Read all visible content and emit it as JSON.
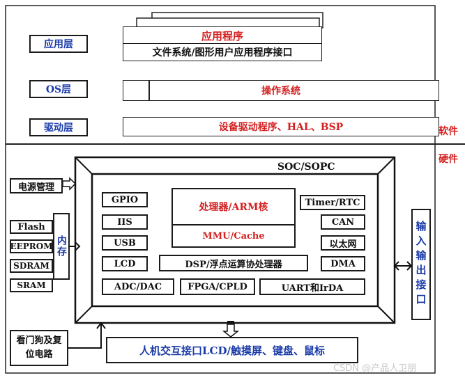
{
  "software": {
    "layers": [
      {
        "label": "应用层",
        "content_top": "应用程序",
        "content_bottom": "文件系统/图形用户应用程序接口"
      },
      {
        "label": "OS层",
        "content": "操作系统"
      },
      {
        "label": "驱动层",
        "content": "设备驱动程序、HAL、BSP"
      }
    ],
    "side_label": "软件"
  },
  "hardware": {
    "side_label": "硬件",
    "soc_label": "SOC/SOPC",
    "power": "电源管理",
    "memory": {
      "label": "内存",
      "items": [
        "Flash",
        "EEPROM",
        "SDRAM",
        "SRAM"
      ]
    },
    "left_modules": [
      "GPIO",
      "IIS",
      "USB",
      "LCD"
    ],
    "right_modules": [
      "Timer/RTC",
      "CAN",
      "以太网",
      "DMA"
    ],
    "processor": "处理器/ARM核",
    "mmu": "MMU/Cache",
    "dsp": "DSP/浮点运算协处理器",
    "bottom_modules": [
      "ADC/DAC",
      "FPGA/CPLD",
      "UART和IrDA"
    ],
    "io": "输入输出接口",
    "watchdog": "看门狗及复位电路",
    "hmi": "人机交互接口LCD/触摸屏、键盘、鼠标"
  },
  "watermark": "CSDN @产品人卫朋"
}
